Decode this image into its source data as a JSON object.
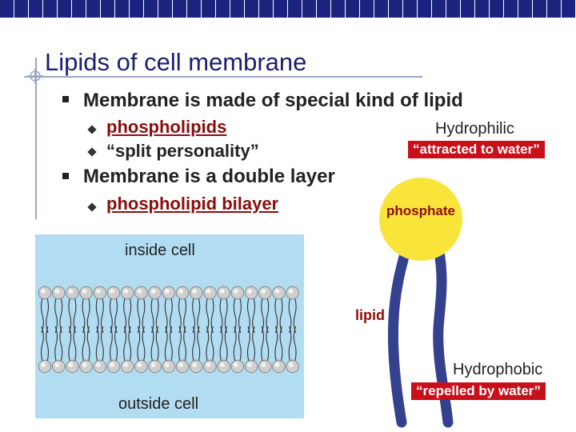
{
  "slide": {
    "title": "Lipids of cell membrane",
    "bullets": [
      {
        "text": "Membrane is made of special kind of lipid",
        "sub": [
          {
            "text": "phospholipids"
          },
          {
            "text": "“split personality”"
          }
        ]
      },
      {
        "text": "Membrane is a double layer",
        "sub": [
          {
            "text": "phospholipid bilayer"
          }
        ]
      }
    ]
  },
  "diagram": {
    "hydrophilic_label": "Hydrophilic",
    "hydrophilic_desc": "“attracted to water”",
    "phosphate_label": "phosphate",
    "lipid_label": "lipid",
    "hydrophobic_label": "Hydrophobic",
    "hydrophobic_desc": "“repelled by water”",
    "inside_cell_label": "inside cell",
    "outside_cell_label": "outside cell"
  },
  "colors": {
    "top_bar": "#1a237e",
    "title": "#1a1f6e",
    "accent_red": "#c8101a",
    "phosphate": "#f9e53a",
    "membrane_bg": "#b2dcf2",
    "tail": "#34418f"
  }
}
